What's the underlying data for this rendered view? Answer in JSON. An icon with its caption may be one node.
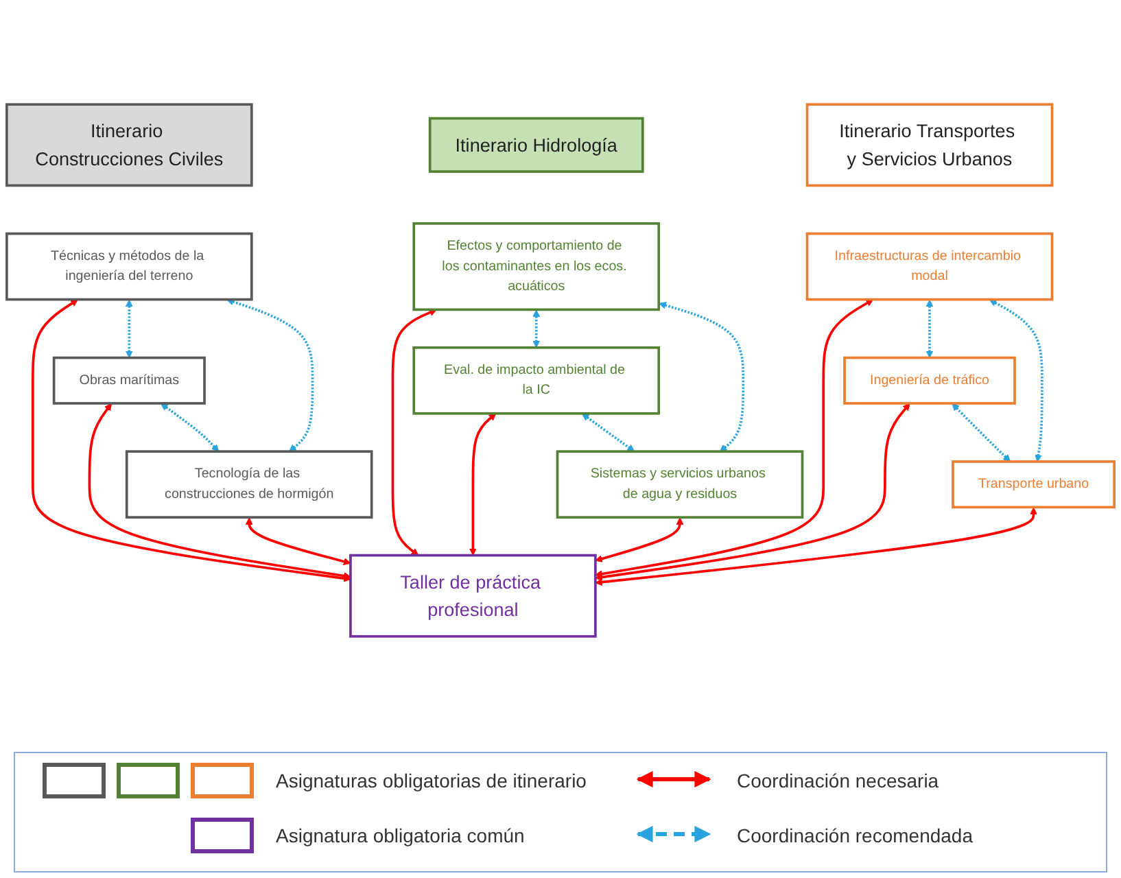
{
  "diagram": {
    "nodes": [
      {
        "text": [
          "Itinerario Construcciones Civiles"
        ]
      },
      {
        "text": [
          "Técnicas y métodos de la ingeniería del terreno"
        ]
      },
      {
        "text": [
          "Obras marítimas"
        ]
      },
      {
        "text": [
          "Tecnología de las construcciones de hormigón"
        ]
      },
      {
        "text": [
          "Itinerario Hidrología"
        ]
      },
      {
        "text": [
          "Efectos y comportamiento de los contaminantes en los ecos. acuáticos"
        ]
      },
      {
        "text": [
          "Eval. de impacto ambiental de la IC"
        ]
      },
      {
        "text": [
          "Sistemas y servicios urbanos de agua y residuos"
        ]
      },
      {
        "text": [
          "Itinerario Transportes y Servicios Urbanos"
        ]
      },
      {
        "text": [
          "Infraestructuras de intercambio modal"
        ]
      },
      {
        "text": [
          "Ingeniería de tráfico"
        ]
      },
      {
        "text": [
          "Transporte urbano"
        ]
      },
      {
        "text": [
          "Taller de práctica profesional"
        ]
      }
    ],
    "edges": [
      {
        "from": 1,
        "to": 12,
        "arrow": "both",
        "color": "#ff0000"
      },
      {
        "from": 2,
        "to": 12,
        "arrow": "both",
        "color": "#ff0000"
      },
      {
        "from": 3,
        "to": 12,
        "arrow": "both",
        "color": "#ff0000"
      },
      {
        "from": 5,
        "to": 12,
        "arrow": "both",
        "color": "#ff0000"
      },
      {
        "from": 6,
        "to": 12,
        "arrow": "both",
        "color": "#ff0000"
      },
      {
        "from": 7,
        "to": 12,
        "arrow": "both",
        "color": "#ff0000"
      },
      {
        "from": 9,
        "to": 12,
        "arrow": "both",
        "color": "#ff0000"
      },
      {
        "from": 10,
        "to": 12,
        "arrow": "both",
        "color": "#ff0000"
      },
      {
        "from": 11,
        "to": 12,
        "arrow": "both",
        "color": "#ff0000"
      },
      {
        "from": 1,
        "to": 2,
        "arrow": "both",
        "style": "dashed",
        "color": "#29a3dd"
      },
      {
        "from": 2,
        "to": 3,
        "arrow": "both",
        "style": "dashed",
        "color": "#29a3dd"
      },
      {
        "from": 1,
        "to": 3,
        "arrow": "both",
        "style": "dashed",
        "color": "#29a3dd"
      },
      {
        "from": 5,
        "to": 6,
        "arrow": "both",
        "style": "dashed",
        "color": "#29a3dd"
      },
      {
        "from": 6,
        "to": 7,
        "arrow": "both",
        "style": "dashed",
        "color": "#29a3dd"
      },
      {
        "from": 5,
        "to": 7,
        "arrow": "both",
        "style": "dashed",
        "color": "#29a3dd"
      },
      {
        "from": 9,
        "to": 10,
        "arrow": "both",
        "style": "dashed",
        "color": "#29a3dd"
      },
      {
        "from": 10,
        "to": 11,
        "arrow": "both",
        "style": "dashed",
        "color": "#29a3dd"
      },
      {
        "from": 9,
        "to": 11,
        "arrow": "both",
        "style": "dashed",
        "color": "#29a3dd"
      }
    ],
    "legend": [
      {
        "text": "Asignaturas obligatorias de itinerario"
      },
      {
        "text": "Asignatura obligatoria común"
      },
      {
        "text": "Coordinación necesaria"
      },
      {
        "text": "Coordinación recomendada"
      }
    ]
  }
}
